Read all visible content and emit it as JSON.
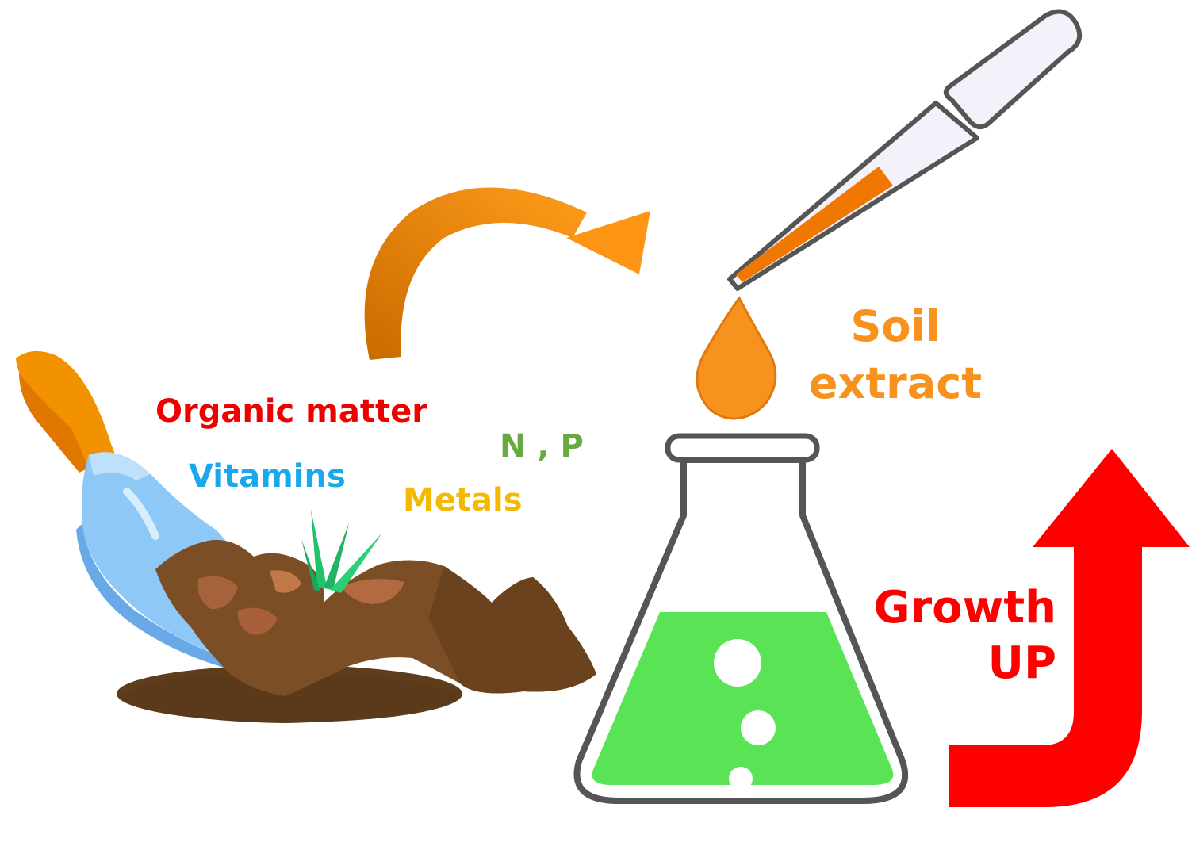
{
  "labels": {
    "organic_matter": "Organic matter",
    "vitamins": "Vitamins",
    "n_p": "N , P",
    "metals": "Metals",
    "soil_line1": "Soil",
    "soil_line2": "extract",
    "growth_line1": "Growth",
    "growth_line2": "UP"
  },
  "colors": {
    "organic_matter": "#ee0000",
    "vitamins": "#1aa7ec",
    "n_p": "#6aa842",
    "metals": "#f5b800",
    "soil_extract": "#f7921e",
    "growth": "#ff0000",
    "flask_liquid": "#5be356",
    "soil_dark": "#5e3d1c",
    "soil_mid": "#7b4e25",
    "shovel_blade": "#8ec8f6",
    "shovel_handle": "#f39200",
    "grass": "#22c16b",
    "curved_arrow": "#e27c00",
    "growth_arrow": "#ff0000"
  },
  "icons": {
    "shovel": "shovel-icon",
    "soil": "soil-pile-icon",
    "grass": "grass-icon",
    "curved_arrow": "curved-arrow-icon",
    "pipette": "pipette-icon",
    "drop": "drop-icon",
    "flask": "erlenmeyer-flask-icon",
    "growth_arrow": "up-arrow-icon"
  }
}
